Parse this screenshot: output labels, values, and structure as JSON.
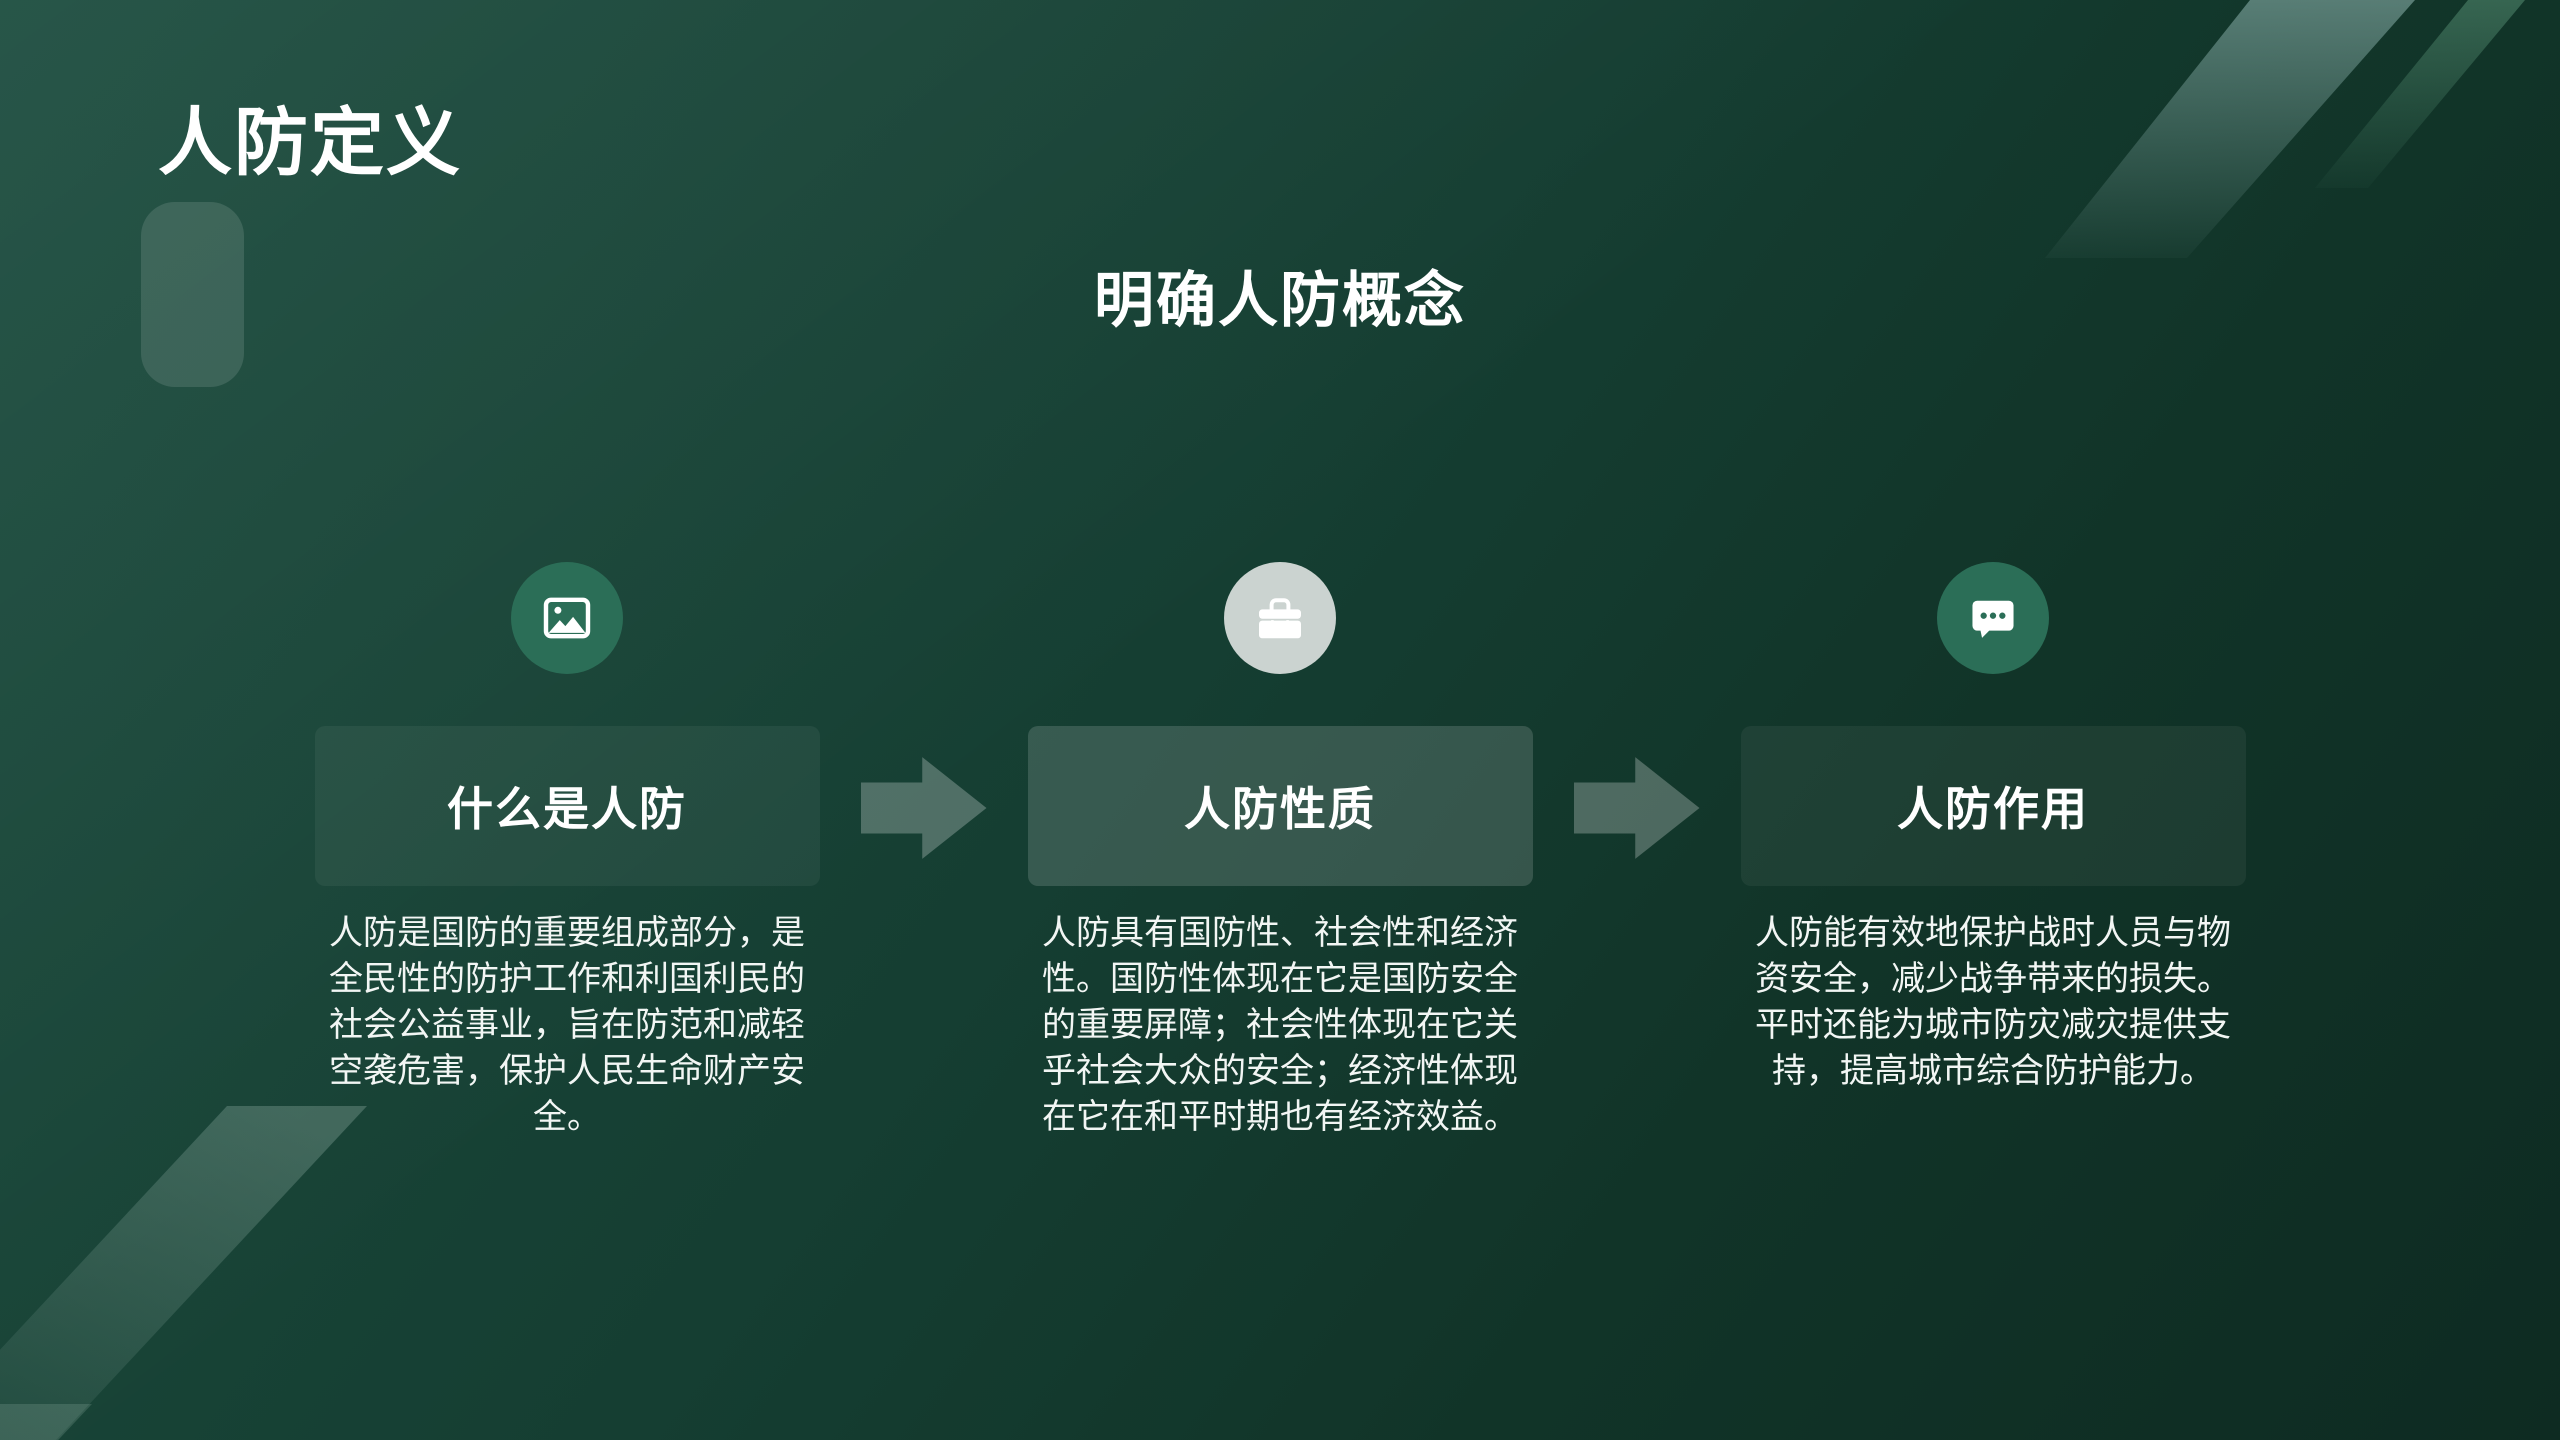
{
  "slide": {
    "title": "人防定义",
    "subtitle": "明确人防概念"
  },
  "columns": [
    {
      "icon": "image-icon",
      "heading": "什么是人防",
      "body": "人防是国防的重要组成部分，是全民性的防护工作和利国利民的社会公益事业，旨在防范和减轻空袭危害，保护人民生命财产安全。"
    },
    {
      "icon": "briefcase-icon",
      "heading": "人防性质",
      "body": "人防具有国防性、社会性和经济性。国防性体现在它是国防安全的重要屏障；社会性体现在它关乎社会大众的安全；经济性体现在它在和平时期也有经济效益。"
    },
    {
      "icon": "chat-icon",
      "heading": "人防作用",
      "body": "人防能有效地保护战时人员与物资安全，减少战争带来的损失。平时还能为城市防灾减灾提供支持，提高城市综合防护能力。"
    }
  ],
  "colors": {
    "background_dark": "#0e2b22",
    "background_light": "#1b4c3e",
    "icon_circle_green": "#2b6e57",
    "icon_circle_light": "#cbd3d0",
    "heading_box_highlight": "rgba(255,255,255,0.15)",
    "heading_box_subtle": "rgba(255,255,255,0.055)",
    "arrow_fill": "rgba(255,255,255,0.25)",
    "title_text": "#ffffff",
    "body_text": "#f2f6f4"
  }
}
